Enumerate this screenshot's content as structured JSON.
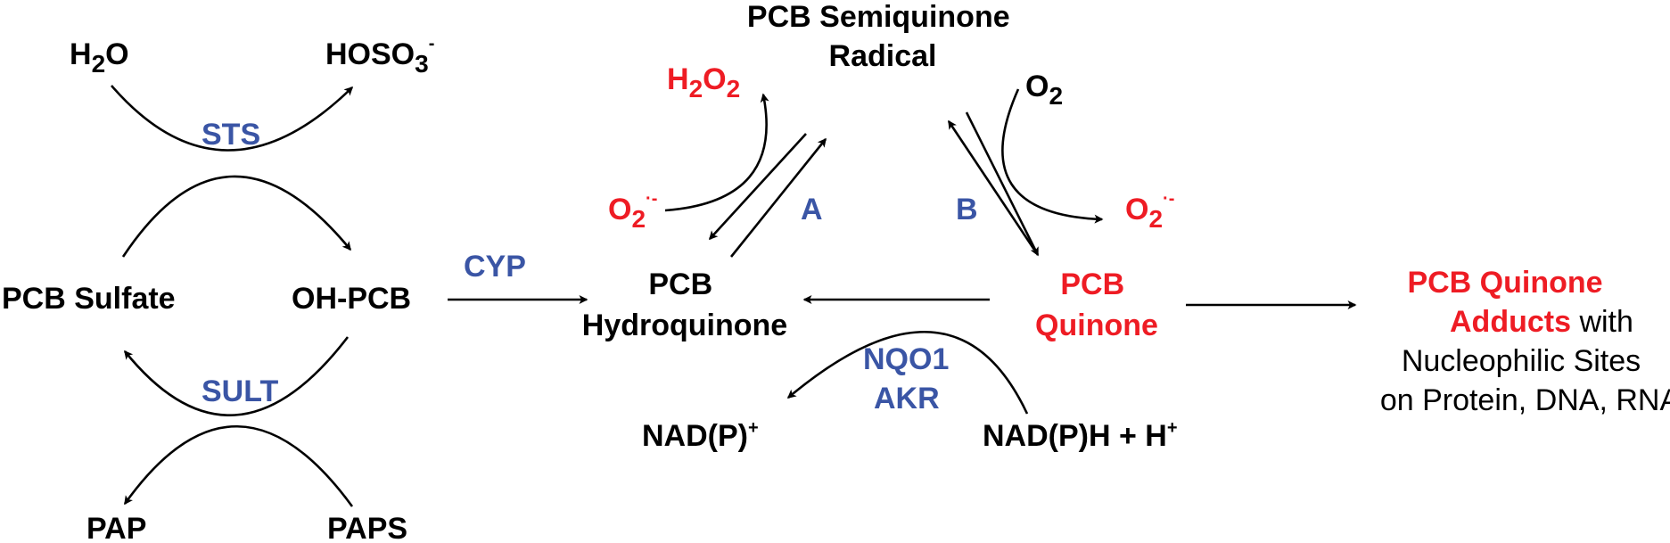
{
  "colors": {
    "text": "#000000",
    "emphasis": "#ee1c24",
    "enzyme": "#3a55a5"
  },
  "species": {
    "h2o": {
      "main": "H",
      "sub": "2",
      "tail": "O"
    },
    "hoso3": {
      "main": "HOSO",
      "sub": "3",
      "sup": "-"
    },
    "pcb_sulfate": "PCB Sulfate",
    "oh_pcb": "OH-PCB",
    "pap": "PAP",
    "paps": "PAPS",
    "pcb_hydroquinone": {
      "line1": "PCB",
      "line2": "Hydroquinone"
    },
    "semiquinone": {
      "line1": "PCB Semiquinone",
      "line2": "Radical"
    },
    "pcb_quinone": {
      "line1": "PCB",
      "line2": "Quinone"
    },
    "h2o2": {
      "main": "H",
      "sub": "2",
      "tail": "O",
      "sub2": "2"
    },
    "o2": {
      "main": "O",
      "sub": "2"
    },
    "superoxide": {
      "main": "O",
      "sub": "2",
      "sup": "·-"
    },
    "nadp_plus": {
      "main": "NAD(P)",
      "sup": "+"
    },
    "nadph": {
      "main": "NAD(P)H + H",
      "sup": "+"
    },
    "adducts": {
      "line1": "PCB Quinone",
      "line2_red": "Adducts",
      "line2_black": " with",
      "line3": "Nucleophilic Sites",
      "line4": "on Protein, DNA, RNA"
    }
  },
  "enzymes": {
    "sts": "STS",
    "sult": "SULT",
    "cyp": "CYP",
    "nqo1": "NQO1",
    "akr": "AKR"
  },
  "steps": {
    "a": "A",
    "b": "B"
  }
}
